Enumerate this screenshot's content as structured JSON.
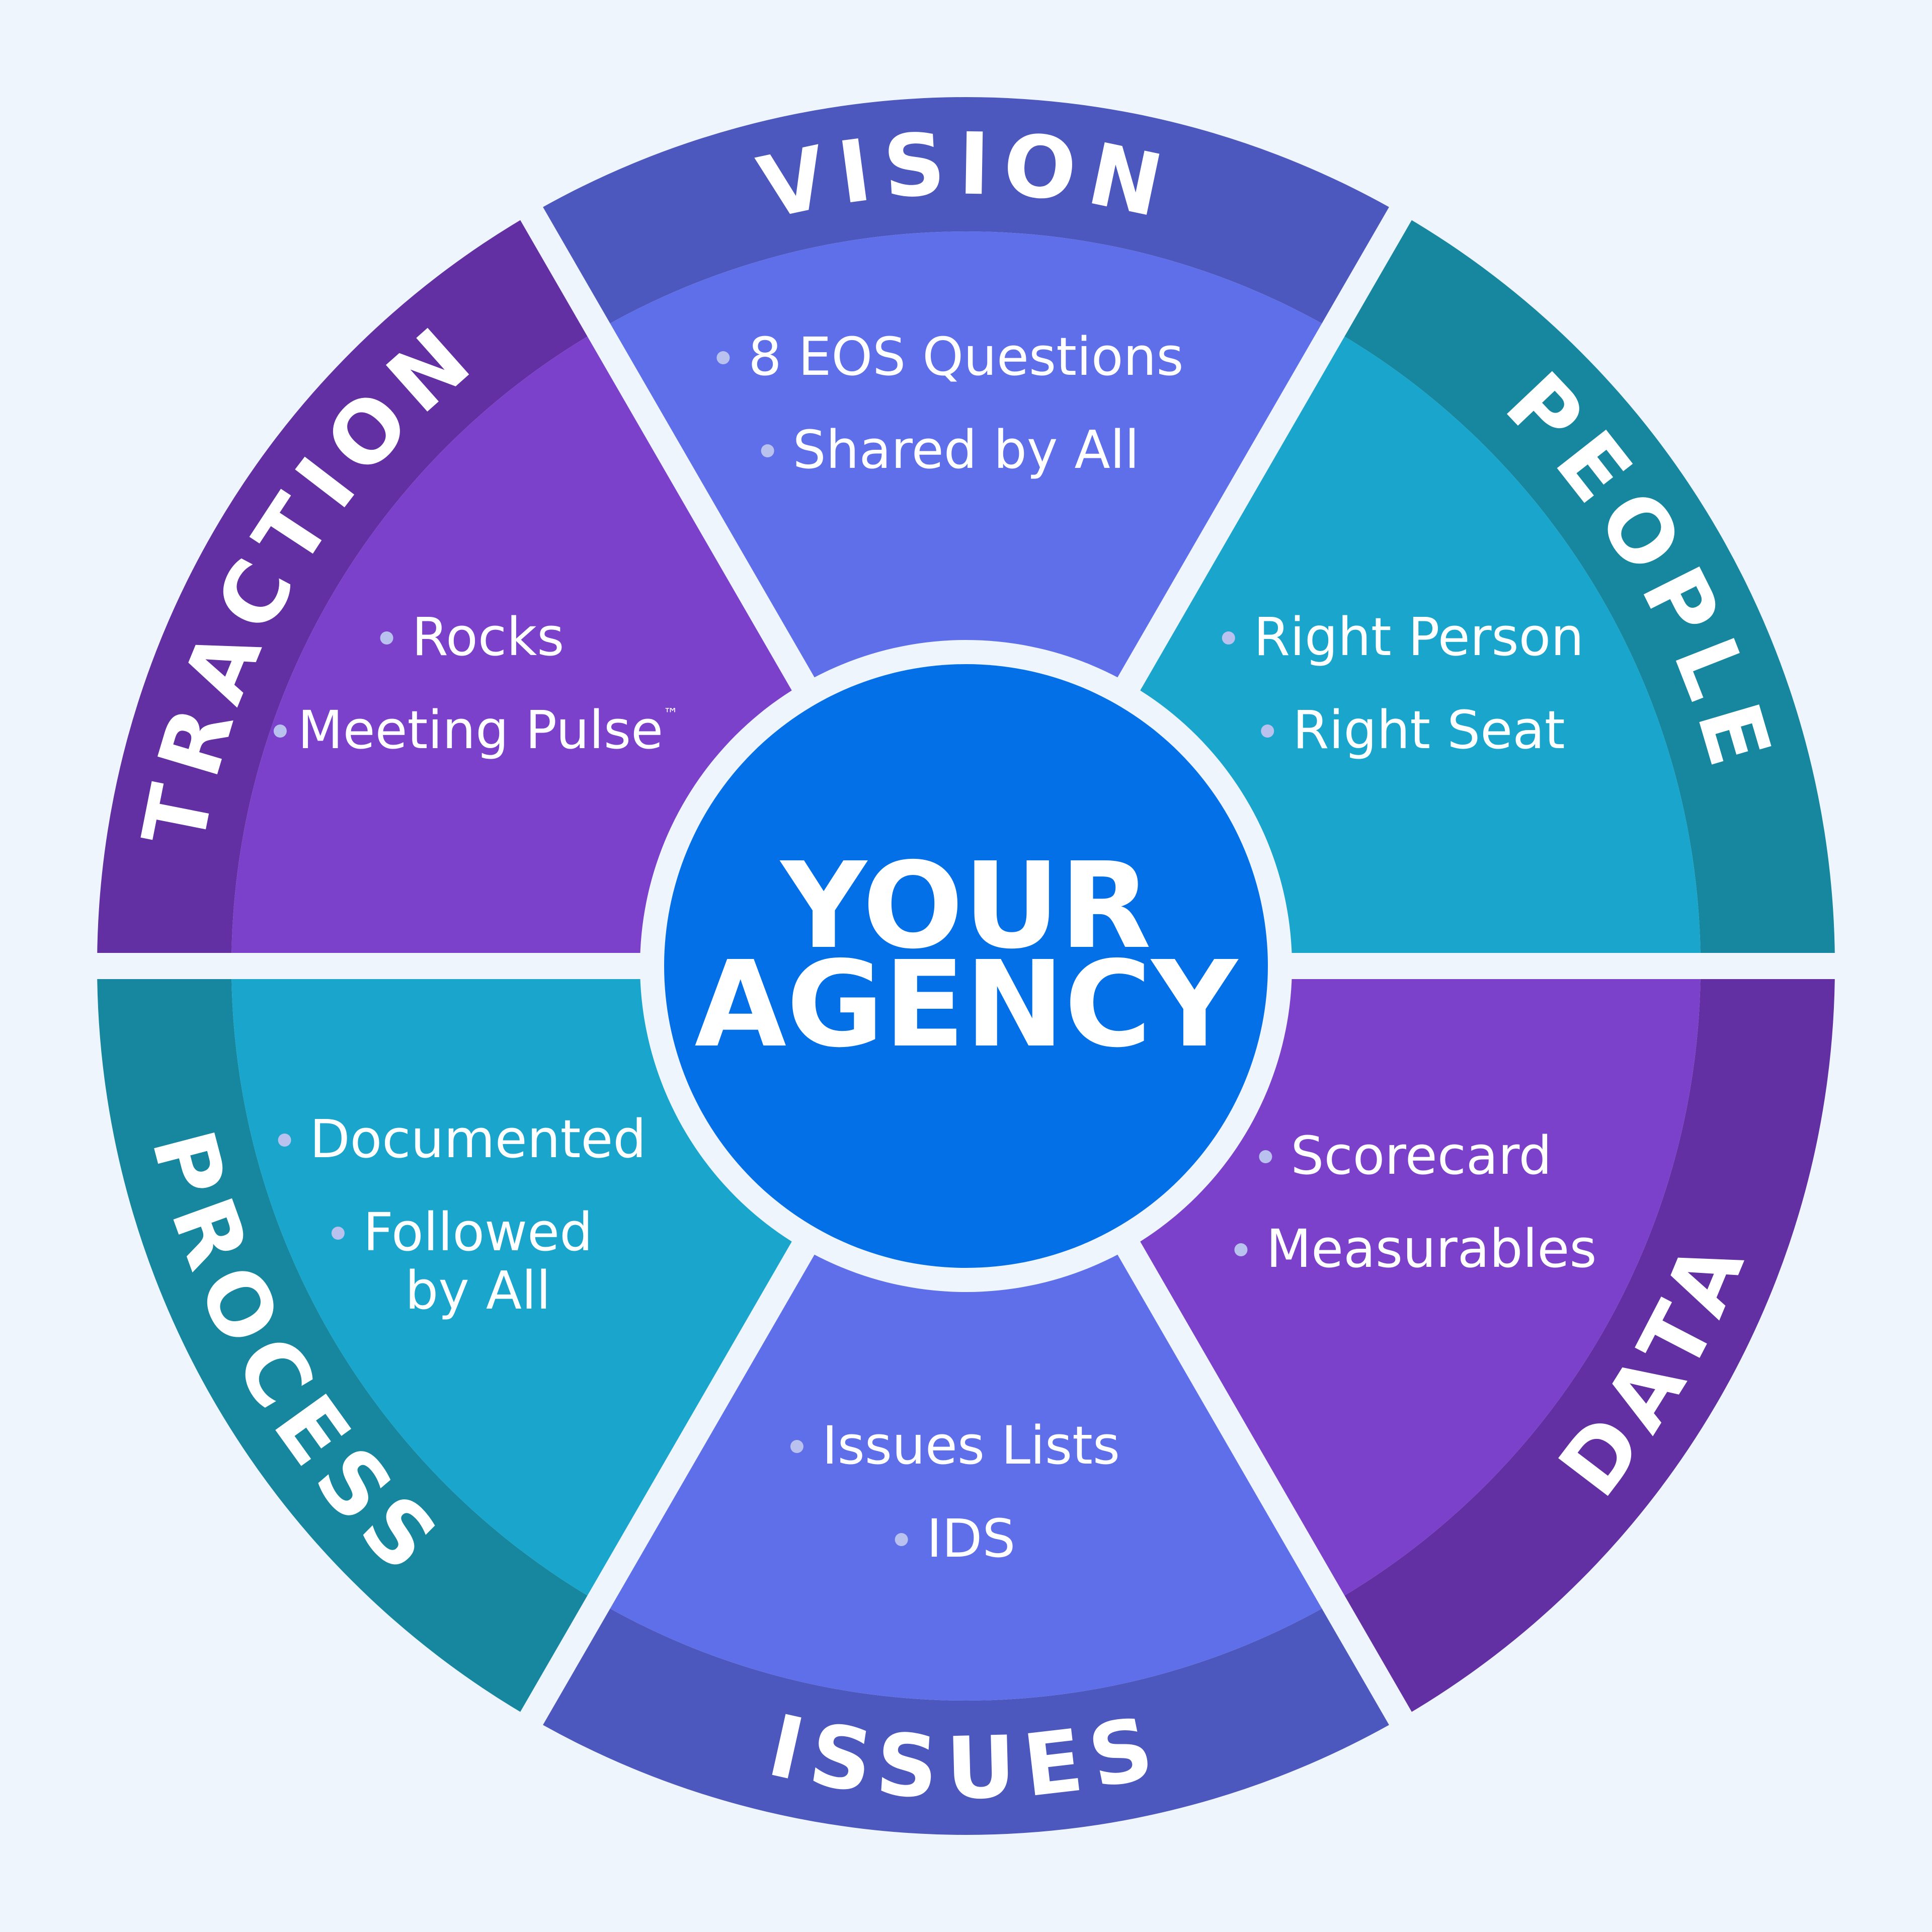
{
  "colors": {
    "background": "#eef5fc",
    "divider": "#eef5fc",
    "center_fill": "#0470e8",
    "bullet_dot": "#b9c2ee"
  },
  "center": {
    "line1": "YOUR",
    "line2": "AGENCY"
  },
  "segments": [
    {
      "id": "vision",
      "label": "VISION",
      "outer_color": "#4d58bf",
      "inner_color": "#5f6fea",
      "bullets": [
        "8 EOS Questions",
        "Shared by All"
      ]
    },
    {
      "id": "people",
      "label": "PEOPLE",
      "outer_color": "#16879e",
      "inner_color": "#1aa6cc",
      "bullets": [
        "Right Person",
        "Right Seat"
      ]
    },
    {
      "id": "data",
      "label": "DATA",
      "outer_color": "#6230a2",
      "inner_color": "#7c41cb",
      "bullets": [
        "Scorecard",
        "Measurables"
      ]
    },
    {
      "id": "issues",
      "label": "ISSUES",
      "outer_color": "#4d58bf",
      "inner_color": "#5f6fea",
      "bullets": [
        "Issues Lists",
        "IDS"
      ]
    },
    {
      "id": "process",
      "label": "PROCESS",
      "outer_color": "#16879e",
      "inner_color": "#1aa6cc",
      "bullets": [
        "Documented",
        "Followed by All"
      ]
    },
    {
      "id": "traction",
      "label": "TRACTION",
      "outer_color": "#6230a2",
      "inner_color": "#7c41cb",
      "bullets": [
        "Rocks",
        "Meeting Pulse"
      ],
      "trademark": "™"
    }
  ]
}
